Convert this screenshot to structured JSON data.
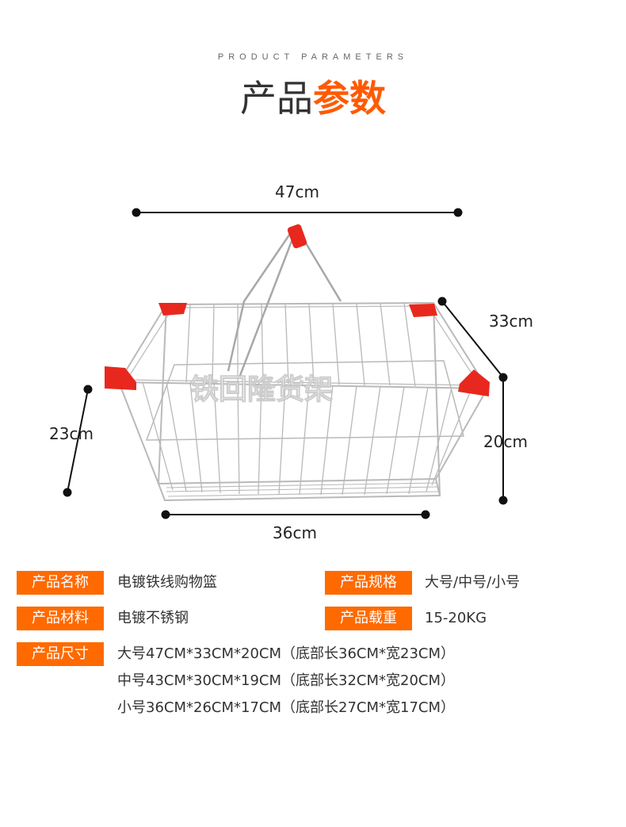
{
  "header": {
    "subtitle": "PRODUCT PARAMETERS",
    "title_part1": "产品",
    "title_part2": "参数"
  },
  "diagram": {
    "width_top": "47cm",
    "depth_top": "33cm",
    "height_left": "23cm",
    "height_right": "20cm",
    "width_bottom": "36cm",
    "watermark": "铁回隆货架"
  },
  "specs": {
    "name_label": "产品名称",
    "name_value": "电镀铁线购物篮",
    "spec_label": "产品规格",
    "spec_value": "大号/中号/小号",
    "material_label": "产品材料",
    "material_value": "电镀不锈钢",
    "load_label": "产品载重",
    "load_value": "15-20KG",
    "size_label": "产品尺寸",
    "sizes": [
      "大号47CM*33CM*20CM（底部长36CM*宽23CM）",
      "中号43CM*30CM*19CM（底部长32CM*宽20CM）",
      "小号36CM*26CM*17CM（底部长27CM*宽17CM）"
    ]
  },
  "colors": {
    "accent": "#ff6a00",
    "handle_red": "#e8281e",
    "wire": "#b9b9b9"
  }
}
